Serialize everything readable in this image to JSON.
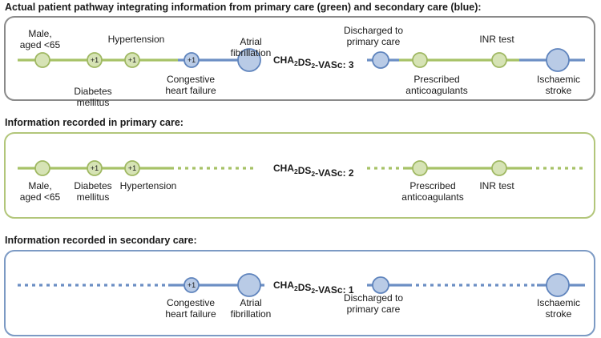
{
  "colors": {
    "primary_line": "#a7c267",
    "primary_node_fill": "#d6e3b5",
    "primary_node_stroke": "#9fb862",
    "secondary_line": "#6c8fc4",
    "secondary_node_fill": "#b9cbe6",
    "secondary_node_stroke": "#5f84bd"
  },
  "plus_label": "+1",
  "score_text": {
    "prefix": "CHA",
    "sub_a": "2",
    "middle": "DS",
    "sub_b": "2",
    "suffix": "-VASc:"
  },
  "panels": [
    {
      "id": "combined",
      "title": "Actual patient pathway integrating information from primary care (green) and secondary care (blue):",
      "score_value": "3",
      "labels": [
        {
          "id": "male",
          "lines": [
            "Male,",
            "aged <65"
          ]
        },
        {
          "id": "diabetes",
          "lines": [
            "Diabetes",
            "mellitus"
          ]
        },
        {
          "id": "hypertension",
          "lines": [
            "Hypertension"
          ]
        },
        {
          "id": "chf",
          "lines": [
            "Congestive",
            "heart failure"
          ]
        },
        {
          "id": "af",
          "lines": [
            "Atrial",
            "fibrillation"
          ]
        },
        {
          "id": "discharged",
          "lines": [
            "Discharged to",
            "primary care"
          ]
        },
        {
          "id": "anticoag",
          "lines": [
            "Prescribed",
            "anticoagulants"
          ]
        },
        {
          "id": "inr",
          "lines": [
            "INR test"
          ]
        },
        {
          "id": "stroke",
          "lines": [
            "Ischaemic",
            "stroke"
          ]
        }
      ]
    },
    {
      "id": "primary",
      "title": "Information recorded in primary care:",
      "score_value": "2",
      "labels": [
        {
          "id": "male",
          "lines": [
            "Male,",
            "aged <65"
          ]
        },
        {
          "id": "diabetes",
          "lines": [
            "Diabetes",
            "mellitus"
          ]
        },
        {
          "id": "hypertension",
          "lines": [
            "Hypertension"
          ]
        },
        {
          "id": "anticoag",
          "lines": [
            "Prescribed",
            "anticoagulants"
          ]
        },
        {
          "id": "inr",
          "lines": [
            "INR test"
          ]
        }
      ]
    },
    {
      "id": "secondary",
      "title": "Information recorded in secondary care:",
      "score_value": "1",
      "labels": [
        {
          "id": "chf",
          "lines": [
            "Congestive",
            "heart failure"
          ]
        },
        {
          "id": "af",
          "lines": [
            "Atrial",
            "fibrillation"
          ]
        },
        {
          "id": "discharged",
          "lines": [
            "Discharged to",
            "primary care"
          ]
        },
        {
          "id": "stroke",
          "lines": [
            "Ischaemic",
            "stroke"
          ]
        }
      ]
    }
  ]
}
